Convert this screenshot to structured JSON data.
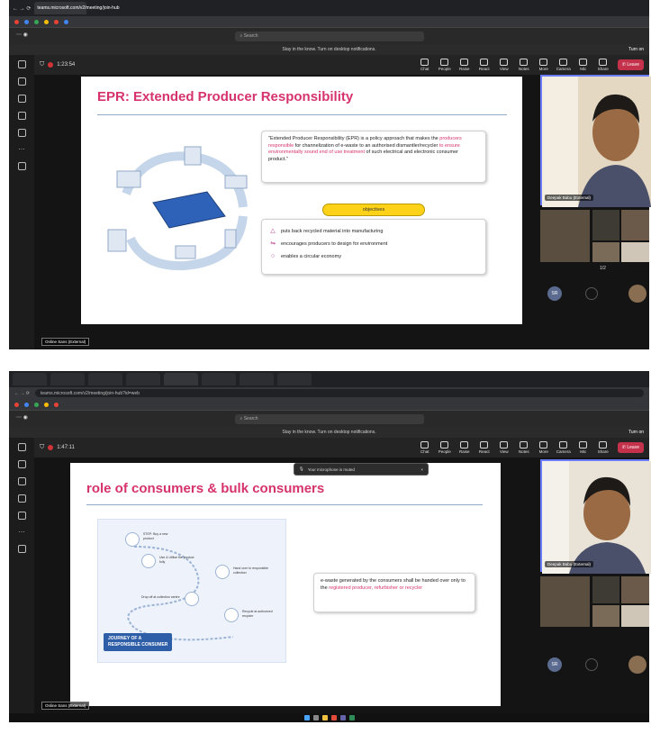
{
  "colors": {
    "accent_pink": "#d6336c",
    "objective_yellow": "#ffd21a",
    "leave_red": "#c4314b",
    "rule_blue": "#8fa9c6"
  },
  "shot1": {
    "url": "teams.microsoft.com/v2/meeting/join-hub",
    "search_placeholder": "Search",
    "notice": "Stay in the know. Turn on desktop notifications.",
    "notice_action": "Turn on",
    "timer": "1:23:54",
    "controls": [
      {
        "label": "Chat",
        "icon": "chat-icon"
      },
      {
        "label": "People",
        "icon": "people-icon"
      },
      {
        "label": "Raise",
        "icon": "hand-icon"
      },
      {
        "label": "React",
        "icon": "emoji-icon"
      },
      {
        "label": "View",
        "icon": "view-icon"
      },
      {
        "label": "Notes",
        "icon": "notes-icon"
      },
      {
        "label": "More",
        "icon": "more-icon"
      },
      {
        "label": "Camera",
        "icon": "camera-icon"
      },
      {
        "label": "Mic",
        "icon": "mic-icon"
      },
      {
        "label": "Share",
        "icon": "share-icon"
      }
    ],
    "leave_label": "Leave",
    "slide": {
      "title": "EPR: Extended Producer Responsibility",
      "quote_plain_1": "\"Extended Producer Responsibility (EPR) is a policy approach that makes the ",
      "quote_pink_1": "producers responsible",
      "quote_plain_2": " for channelization of e-waste to an authorised dismantler/recycler ",
      "quote_pink_2": "to ensure environmentally sound end of use treatment",
      "quote_plain_3": " of such electrical and electronic consumer product.\"",
      "objectives_label": "objectives",
      "objectives": [
        {
          "icon": "recycle-icon",
          "text": "puts back recycled material into manufacturing"
        },
        {
          "icon": "design-icon",
          "text": "encourages producers to design for environment"
        },
        {
          "icon": "circular-icon",
          "text": "enables a circular economy"
        }
      ]
    },
    "presenter_label": "Deepak Babu (External)",
    "gallery_pager": "1/2",
    "me_initials": "SR",
    "slide_footer_chip": "Online Sans (External)"
  },
  "shot2": {
    "url": "teams.microsoft.com/v2/meeting/join-hub?id=web",
    "search_placeholder": "Search",
    "notice": "Stay in the know. Turn on desktop notifications.",
    "notice_action": "Turn on",
    "timer": "1:47:11",
    "leave_label": "Leave",
    "toast": "Your microphone is muted",
    "slide": {
      "title": "role of consumers & bulk consumers",
      "journey_title_1": "JOURNEY OF A",
      "journey_title_2": "RESPONSIBLE CONSUMER",
      "journey_nodes": [
        {
          "text": "STEP: Buy a new product"
        },
        {
          "text": "Use & Utilise the product fully"
        },
        {
          "text": "Hand over to responsible collection"
        },
        {
          "text": "Recycle at authorized recycler"
        },
        {
          "text": "Drop off at collection centre"
        }
      ],
      "statement_plain": "e-waste generated by the consumers shall be handed over only to the ",
      "statement_pink": "registered producer, refurbisher or recycler"
    },
    "presenter_label": "Deepak Babu (External)",
    "me_initials": "SR",
    "slide_footer_chip": "Online Sans (External)"
  }
}
